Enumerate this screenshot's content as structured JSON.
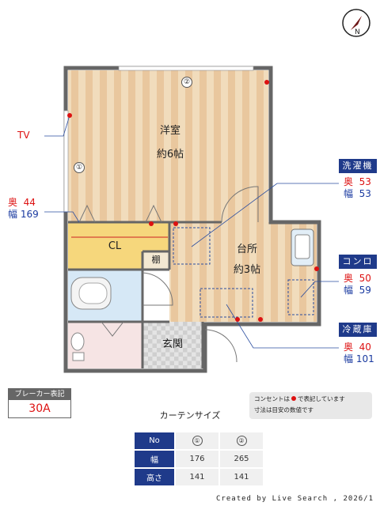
{
  "compass": {
    "label": "N"
  },
  "rooms": {
    "western": {
      "name": "洋室",
      "size": "約6帖"
    },
    "kitchen": {
      "name": "台所",
      "size": "約3帖"
    },
    "closet": {
      "name": "CL"
    },
    "shelf": {
      "name": "棚"
    },
    "entrance": {
      "name": "玄関"
    }
  },
  "windows": {
    "w1": "①",
    "w2": "②"
  },
  "tv": {
    "label": "TV"
  },
  "window_dims": {
    "depth_label": "奥",
    "depth_value": "44",
    "width_label": "幅",
    "width_value": "169"
  },
  "callouts": [
    {
      "title": "洗濯機",
      "depth_label": "奥",
      "depth": "53",
      "width_label": "幅",
      "width": "53"
    },
    {
      "title": "コンロ",
      "depth_label": "奥",
      "depth": "50",
      "width_label": "幅",
      "width": "59"
    },
    {
      "title": "冷蔵庫",
      "depth_label": "奥",
      "depth": "40",
      "width_label": "幅",
      "width": "101"
    }
  ],
  "breaker": {
    "label": "ブレーカー表記",
    "value": "30A"
  },
  "note": {
    "line1_a": "コンセントは",
    "line1_b": "で表記しています",
    "line2": "寸法は目安の数値です"
  },
  "curtain": {
    "title": "カーテンサイズ",
    "header": {
      "label": "No",
      "c1": "①",
      "c2": "②"
    },
    "rows": [
      {
        "label": "幅",
        "v1": "176",
        "v2": "265"
      },
      {
        "label": "高さ",
        "v1": "141",
        "v2": "141"
      }
    ]
  },
  "credit": "Created by Live Search , 2026/1",
  "colors": {
    "wall": "#6b6b6b",
    "floor": "#f1d9b5",
    "stripe": "#e6c196",
    "closet": "#f5d57a",
    "bath": "#d3e6f5",
    "toilet_room": "#f6e3e3",
    "outlet": "#d11",
    "accent": "#1f3a8a"
  }
}
